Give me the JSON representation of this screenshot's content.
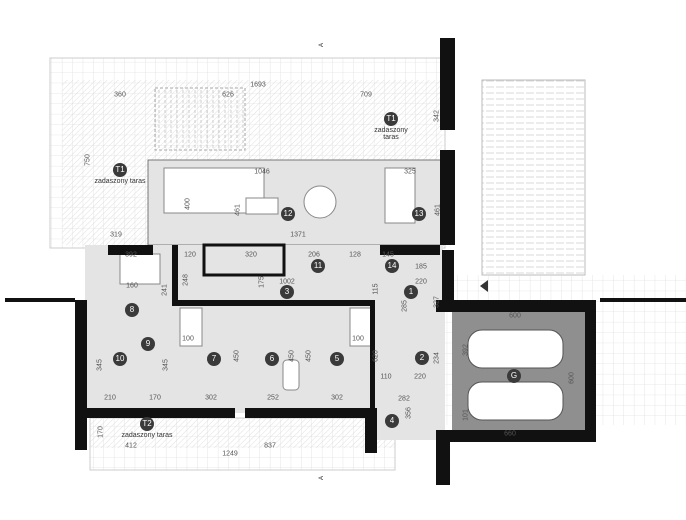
{
  "rooms": {
    "r1": "1",
    "r2": "2",
    "r3": "3",
    "r4": "4",
    "r5": "5",
    "r6": "6",
    "r7": "7",
    "r8": "8",
    "r9": "9",
    "r10": "10",
    "r11": "11",
    "r12": "12",
    "r13": "13",
    "r14": "14",
    "garage": "G",
    "t1": "T1",
    "t2": "T2"
  },
  "terrace_label": "zadaszony taras",
  "section_marker": "A",
  "dims": {
    "total_width": "1693",
    "t1_left": "360",
    "pergola": "626",
    "t1_right": "709",
    "t1_depth_right": "342",
    "t1_depth_left": "750",
    "sofa": "1046",
    "kitchen": "325",
    "living_depth": "400",
    "living_depth2": "461",
    "kitchen_depth": "461",
    "stair_gap": "319",
    "living_width": "1371",
    "bed8": "392",
    "hall_120": "120",
    "wardrobe": "320",
    "wc11": "206",
    "hall_128": "128",
    "wc14": "145",
    "closet14": "185",
    "d248": "248",
    "d241": "241",
    "d175": "175",
    "hall_width": "1002",
    "d115": "115",
    "entry_width": "220",
    "entry_depth": "327",
    "bed8_bed": "160",
    "bed7_bed": "100",
    "bed5_bed": "100",
    "d450a": "450",
    "d450b": "450",
    "d450c": "450",
    "d620": "620",
    "d110": "110",
    "d345a": "345",
    "d345b": "345",
    "d210": "210",
    "d170": "170",
    "r7w": "302",
    "r6w": "252",
    "r5w": "302",
    "r4w": "282",
    "r4d": "356",
    "r2w": "220",
    "r2d": "234",
    "r2_285": "285",
    "t2_depth": "170",
    "t2_left": "412",
    "t2_right": "837",
    "t2_total": "1249",
    "garage_top": "600",
    "garage_bottom": "660",
    "garage_depth": "600",
    "garage_392": "392",
    "garage_101": "101"
  }
}
